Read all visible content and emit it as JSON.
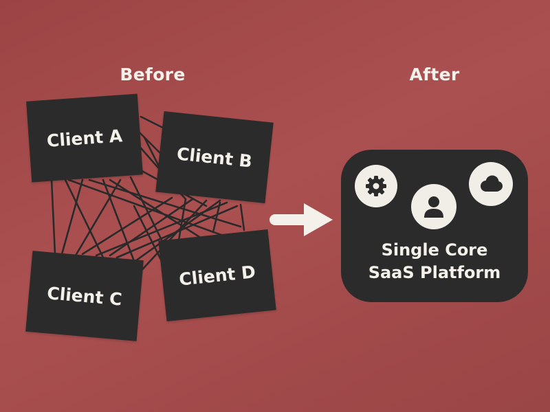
{
  "headings": {
    "before": "Before",
    "after": "After"
  },
  "clients": [
    {
      "label": "Client A"
    },
    {
      "label": "Client B"
    },
    {
      "label": "Client C"
    },
    {
      "label": "Client D"
    }
  ],
  "platform": {
    "line1": "Single Core",
    "line2": "SaaS Platform",
    "icons": [
      "gear-icon",
      "user-icon",
      "cloud-icon"
    ]
  },
  "colors": {
    "background": "#a24a4b",
    "box": "#2b2b2b",
    "text": "#f4f0ea",
    "icon_circle": "#f1ede7"
  }
}
